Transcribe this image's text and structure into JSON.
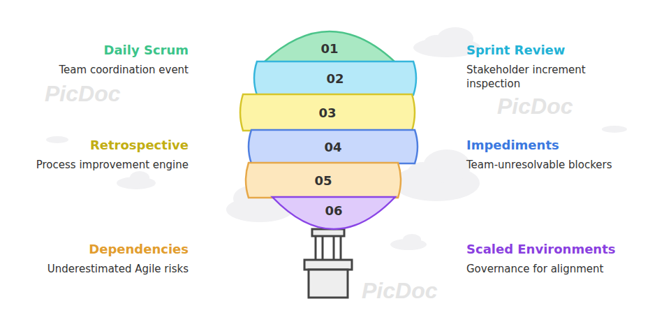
{
  "diagram": {
    "nodes": [
      {
        "text": [
          "01"
        ]
      },
      {
        "text": [
          "02"
        ]
      },
      {
        "text": [
          "03"
        ]
      },
      {
        "text": [
          "04"
        ]
      },
      {
        "text": [
          "05"
        ]
      },
      {
        "text": [
          "06"
        ]
      }
    ],
    "labels": [
      "Daily Scrum",
      "Team coordination event",
      "Sprint Review",
      "Stakeholder increment inspection",
      "Retrospective",
      "Process improvement engine",
      "Impediments",
      "Team-unresolvable blockers",
      "Dependencies",
      "Underestimated Agile risks",
      "Scaled Environments",
      "Governance for alignment",
      "PicDoc",
      "PicDoc",
      "PicDoc"
    ]
  }
}
